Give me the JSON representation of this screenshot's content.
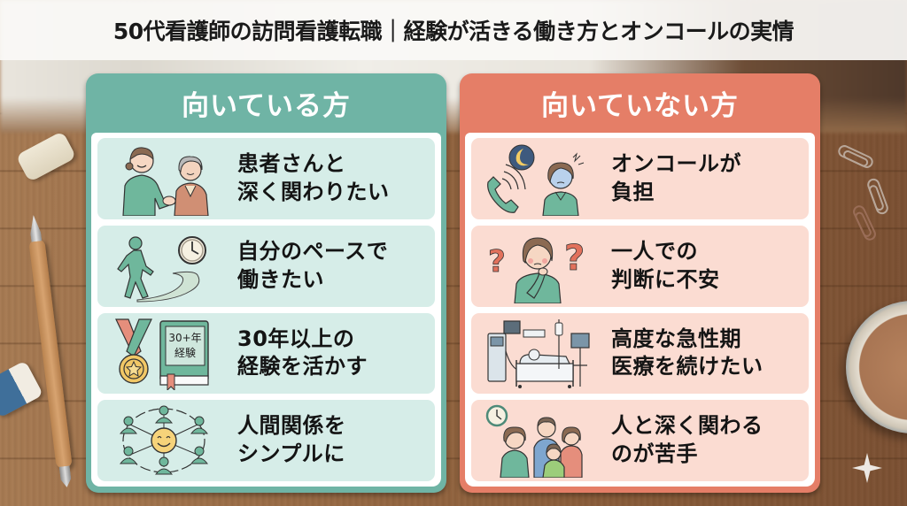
{
  "title": "50代看護師の訪問看護転職｜経験が活きる働き方とオンコールの実情",
  "colors": {
    "good_accent": "#6fb4a5",
    "good_card": "#d6ede8",
    "bad_accent": "#e57e67",
    "bad_card": "#fbdcd2"
  },
  "good_panel": {
    "heading": "向いている方",
    "items": [
      {
        "icon": "nurse-holding-elderly-hands-icon",
        "line1": "患者さんと",
        "line2": "深く関わりたい"
      },
      {
        "icon": "walking-person-clock-path-icon",
        "line1": "自分のペースで",
        "line2": "働きたい"
      },
      {
        "icon": "medal-and-experience-book-icon",
        "line1": "30年以上の",
        "line2": "経験を活かす",
        "book_line1": "30+年",
        "book_line2": "経験"
      },
      {
        "icon": "people-network-smiley-icon",
        "line1": "人間関係を",
        "line2": "シンプルに"
      }
    ]
  },
  "bad_panel": {
    "heading": "向いていない方",
    "items": [
      {
        "icon": "night-phone-call-tired-nurse-icon",
        "line1": "オンコールが",
        "line2": "負担"
      },
      {
        "icon": "worried-nurse-question-marks-icon",
        "line1": "一人での",
        "line2": "判断に不安"
      },
      {
        "icon": "hospital-icu-bed-equipment-icon",
        "line1": "高度な急性期",
        "line2": "医療を続けたい"
      },
      {
        "icon": "nurse-with-family-clock-icon",
        "line1": "人と深く関わる",
        "line2": "のが苦手"
      }
    ]
  }
}
